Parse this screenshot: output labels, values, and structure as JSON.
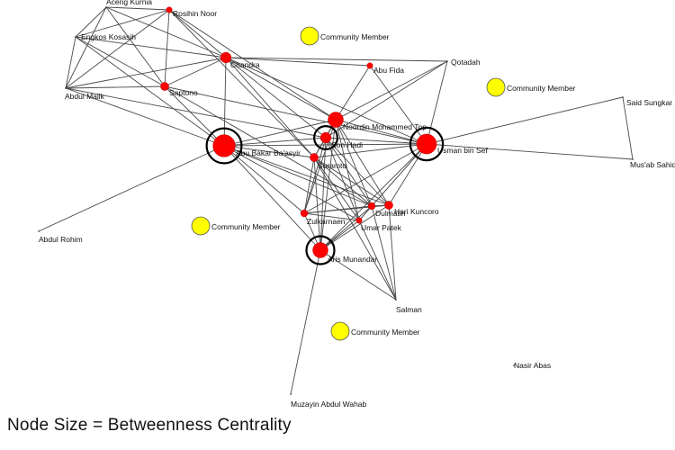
{
  "caption": "Node Size = Betweenness Centrality",
  "colors": {
    "actor_node": "#ff0000",
    "community_node": "#ffff00",
    "highlight_ring": "#000000",
    "edge": "#4a4a4a"
  },
  "network": {
    "nodes": [
      {
        "id": "aceng",
        "label": "Aceng Kurnia",
        "type": "actor",
        "betweenness": 0
      },
      {
        "id": "rosihin",
        "label": "Rosihin Noor",
        "type": "actor",
        "betweenness": 1
      },
      {
        "id": "engkos",
        "label": "Engkos Kosasih",
        "type": "actor",
        "betweenness": 0
      },
      {
        "id": "chandra",
        "label": "Chandra",
        "type": "actor",
        "betweenness": 3
      },
      {
        "id": "abdulmalik",
        "label": "Abdul Malik",
        "type": "actor",
        "betweenness": 0
      },
      {
        "id": "saptono",
        "label": "Saptono",
        "type": "actor",
        "betweenness": 2
      },
      {
        "id": "abufida",
        "label": "Abu Fida",
        "type": "actor",
        "betweenness": 1
      },
      {
        "id": "qotadah",
        "label": "Qotadah",
        "type": "actor",
        "betweenness": 0
      },
      {
        "id": "noordin",
        "label": "Noordin Mohammed Top",
        "type": "actor",
        "betweenness": 5
      },
      {
        "id": "sonhadi",
        "label": "Son Hadi",
        "type": "actor",
        "betweenness": 3,
        "highlighted": true
      },
      {
        "id": "abubakar",
        "label": "Abu Bakar Ba'asyir",
        "type": "actor",
        "betweenness": 8,
        "highlighted": true
      },
      {
        "id": "usman",
        "label": "Usman bin Sef",
        "type": "actor",
        "betweenness": 7,
        "highlighted": true
      },
      {
        "id": "saidsungkar",
        "label": "Said Sungkar",
        "type": "actor",
        "betweenness": 0
      },
      {
        "id": "musab",
        "label": "Mus'ab Sahid",
        "type": "actor",
        "betweenness": 0
      },
      {
        "id": "suramto",
        "label": "Suramto",
        "type": "actor",
        "betweenness": 2
      },
      {
        "id": "zulkarnaen",
        "label": "Zulkarnaen",
        "type": "actor",
        "betweenness": 1.5
      },
      {
        "id": "dulmatin",
        "label": "Dulmatin",
        "type": "actor",
        "betweenness": 1.5
      },
      {
        "id": "harikuncoro",
        "label": "Hari Kuncoro",
        "type": "actor",
        "betweenness": 2
      },
      {
        "id": "umarpatek",
        "label": "Umar Patek",
        "type": "actor",
        "betweenness": 1
      },
      {
        "id": "arismunandar",
        "label": "Aris Munandar",
        "type": "actor",
        "betweenness": 5,
        "highlighted": true
      },
      {
        "id": "salman",
        "label": "Salman",
        "type": "actor",
        "betweenness": 0
      },
      {
        "id": "abdulrohim",
        "label": "Abdul Rohim",
        "type": "actor",
        "betweenness": 0
      },
      {
        "id": "muzayin",
        "label": "Muzayin Abdul Wahab",
        "type": "actor",
        "betweenness": 0
      },
      {
        "id": "nasirabas",
        "label": "Nasir Abas",
        "type": "actor",
        "betweenness": 0
      },
      {
        "id": "cm1",
        "label": "Community Member",
        "type": "community"
      },
      {
        "id": "cm2",
        "label": "Community Member",
        "type": "community"
      },
      {
        "id": "cm3",
        "label": "Community Member",
        "type": "community"
      },
      {
        "id": "cm4",
        "label": "Community Member",
        "type": "community"
      }
    ],
    "edges": [
      [
        "aceng",
        "rosihin"
      ],
      [
        "aceng",
        "engkos"
      ],
      [
        "aceng",
        "abdulmalik"
      ],
      [
        "aceng",
        "saptono"
      ],
      [
        "aceng",
        "chandra"
      ],
      [
        "rosihin",
        "engkos"
      ],
      [
        "rosihin",
        "abdulmalik"
      ],
      [
        "rosihin",
        "saptono"
      ],
      [
        "rosihin",
        "chandra"
      ],
      [
        "rosihin",
        "noordin"
      ],
      [
        "rosihin",
        "suramto"
      ],
      [
        "engkos",
        "abdulmalik"
      ],
      [
        "engkos",
        "chandra"
      ],
      [
        "engkos",
        "saptono"
      ],
      [
        "engkos",
        "abubakar"
      ],
      [
        "abdulmalik",
        "chandra"
      ],
      [
        "abdulmalik",
        "saptono"
      ],
      [
        "abdulmalik",
        "abubakar"
      ],
      [
        "abdulmalik",
        "sonhadi"
      ],
      [
        "chandra",
        "saptono"
      ],
      [
        "chandra",
        "abubakar"
      ],
      [
        "chandra",
        "noordin"
      ],
      [
        "chandra",
        "sonhadi"
      ],
      [
        "chandra",
        "usman"
      ],
      [
        "chandra",
        "qotadah"
      ],
      [
        "chandra",
        "suramto"
      ],
      [
        "saptono",
        "abubakar"
      ],
      [
        "saptono",
        "usman"
      ],
      [
        "saptono",
        "dulmatin"
      ],
      [
        "abufida",
        "noordin"
      ],
      [
        "abufida",
        "usman"
      ],
      [
        "abufida",
        "chandra"
      ],
      [
        "qotadah",
        "noordin"
      ],
      [
        "qotadah",
        "sonhadi"
      ],
      [
        "qotadah",
        "usman"
      ],
      [
        "noordin",
        "sonhadi"
      ],
      [
        "noordin",
        "abubakar"
      ],
      [
        "noordin",
        "usman"
      ],
      [
        "noordin",
        "suramto"
      ],
      [
        "noordin",
        "zulkarnaen"
      ],
      [
        "noordin",
        "umarpatek"
      ],
      [
        "noordin",
        "arismunandar"
      ],
      [
        "noordin",
        "dulmatin"
      ],
      [
        "noordin",
        "harikuncoro"
      ],
      [
        "sonhadi",
        "abubakar"
      ],
      [
        "sonhadi",
        "usman"
      ],
      [
        "sonhadi",
        "suramto"
      ],
      [
        "sonhadi",
        "zulkarnaen"
      ],
      [
        "sonhadi",
        "dulmatin"
      ],
      [
        "sonhadi",
        "harikuncoro"
      ],
      [
        "sonhadi",
        "arismunandar"
      ],
      [
        "sonhadi",
        "umarpatek"
      ],
      [
        "abubakar",
        "usman"
      ],
      [
        "abubakar",
        "suramto"
      ],
      [
        "abubakar",
        "dulmatin"
      ],
      [
        "abubakar",
        "harikuncoro"
      ],
      [
        "abubakar",
        "zulkarnaen"
      ],
      [
        "abubakar",
        "umarpatek"
      ],
      [
        "abubakar",
        "abdulrohim"
      ],
      [
        "abubakar",
        "arismunandar"
      ],
      [
        "usman",
        "suramto"
      ],
      [
        "usman",
        "saidsungkar"
      ],
      [
        "usman",
        "musab"
      ],
      [
        "usman",
        "zulkarnaen"
      ],
      [
        "usman",
        "arismunandar"
      ],
      [
        "usman",
        "dulmatin"
      ],
      [
        "usman",
        "harikuncoro"
      ],
      [
        "usman",
        "umarpatek"
      ],
      [
        "saidsungkar",
        "musab"
      ],
      [
        "suramto",
        "zulkarnaen"
      ],
      [
        "suramto",
        "dulmatin"
      ],
      [
        "suramto",
        "harikuncoro"
      ],
      [
        "suramto",
        "arismunandar"
      ],
      [
        "suramto",
        "umarpatek"
      ],
      [
        "suramto",
        "salman"
      ],
      [
        "zulkarnaen",
        "dulmatin"
      ],
      [
        "zulkarnaen",
        "umarpatek"
      ],
      [
        "zulkarnaen",
        "arismunandar"
      ],
      [
        "zulkarnaen",
        "harikuncoro"
      ],
      [
        "dulmatin",
        "harikuncoro"
      ],
      [
        "dulmatin",
        "umarpatek"
      ],
      [
        "dulmatin",
        "arismunandar"
      ],
      [
        "dulmatin",
        "salman"
      ],
      [
        "harikuncoro",
        "salman"
      ],
      [
        "harikuncoro",
        "arismunandar"
      ],
      [
        "umarpatek",
        "salman"
      ],
      [
        "umarpatek",
        "arismunandar"
      ],
      [
        "arismunandar",
        "salman"
      ],
      [
        "arismunandar",
        "muzayin"
      ]
    ]
  }
}
